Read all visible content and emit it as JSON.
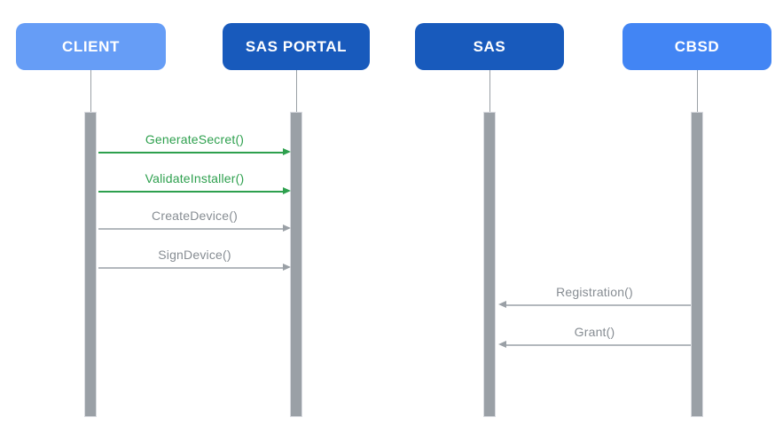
{
  "diagram": {
    "type": "sequence",
    "background": "#FFFFFF"
  },
  "actors": [
    {
      "label": "CLIENT",
      "color": "#669DF6"
    },
    {
      "label": "SAS PORTAL",
      "color": "#185ABC"
    },
    {
      "label": "SAS",
      "color": "#185ABC"
    },
    {
      "label": "CBSD",
      "color": "#4285F4"
    }
  ],
  "lifeline": {
    "line_color": "#9AA0A6",
    "bar_color": "#9AA0A6",
    "bar_border_color": "#DADCE1"
  },
  "messages": [
    {
      "label": "GenerateSecret()",
      "from": "CLIENT",
      "to": "SAS PORTAL",
      "direction": "right",
      "text_color": "#2EA04E",
      "line_color": "#2EA04E",
      "head_color": "#2EA04E"
    },
    {
      "label": "ValidateInstaller()",
      "from": "CLIENT",
      "to": "SAS PORTAL",
      "direction": "right",
      "text_color": "#2EA04E",
      "line_color": "#2EA04E",
      "head_color": "#2EA04E"
    },
    {
      "label": "CreateDevice()",
      "from": "CLIENT",
      "to": "SAS PORTAL",
      "direction": "right",
      "text_color": "#878D93",
      "line_color": "#B3B8BD",
      "head_color": "#9AA0A6"
    },
    {
      "label": "SignDevice()",
      "from": "CLIENT",
      "to": "SAS PORTAL",
      "direction": "right",
      "text_color": "#878D93",
      "line_color": "#B3B8BD",
      "head_color": "#9AA0A6"
    },
    {
      "label": "Registration()",
      "from": "CBSD",
      "to": "SAS",
      "direction": "left",
      "text_color": "#878D93",
      "line_color": "#B3B8BD",
      "head_color": "#9AA0A6"
    },
    {
      "label": "Grant()",
      "from": "CBSD",
      "to": "SAS",
      "direction": "left",
      "text_color": "#878D93",
      "line_color": "#B3B8BD",
      "head_color": "#9AA0A6"
    }
  ]
}
